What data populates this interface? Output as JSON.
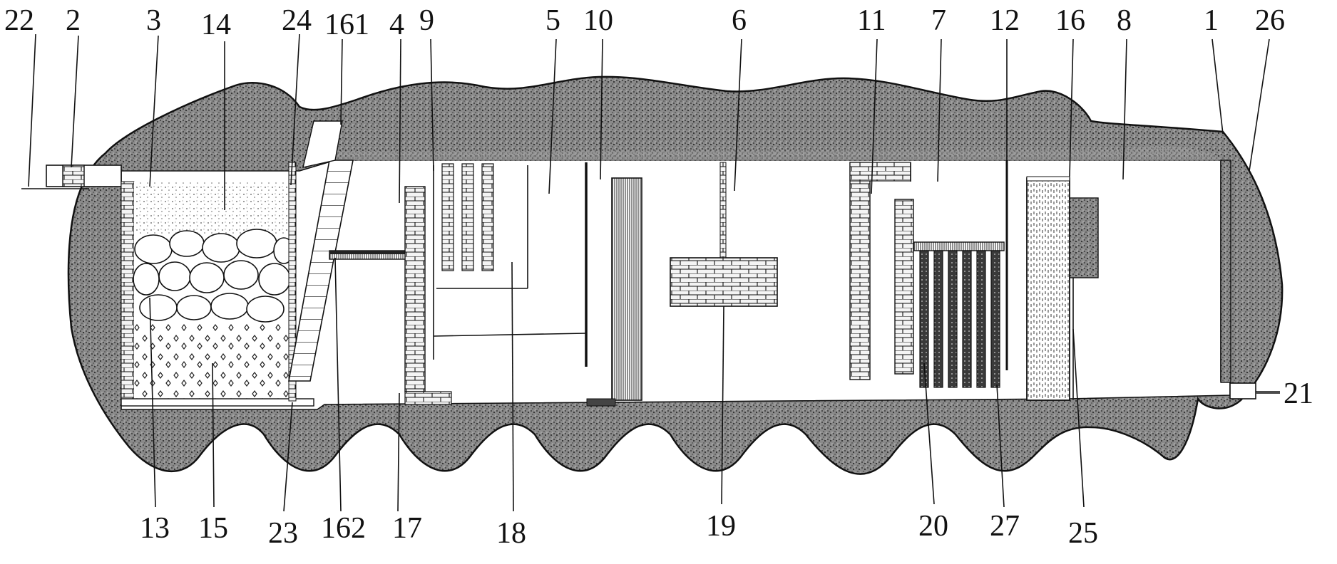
{
  "colors": {
    "soil": "#6e6e6e",
    "chamber_bg": "#ffffff",
    "outline": "#111111",
    "brick_fill": "#f2f2f2",
    "media_fill": "#fafafa"
  },
  "labels": {
    "l1": "1",
    "l2": "2",
    "l3": "3",
    "l4": "4",
    "l5": "5",
    "l6": "6",
    "l7": "7",
    "l8": "8",
    "l9": "9",
    "l10": "10",
    "l11": "11",
    "l12": "12",
    "l13": "13",
    "l14": "14",
    "l15": "15",
    "l16": "16",
    "l17": "17",
    "l18": "18",
    "l19": "19",
    "l20": "20",
    "l21": "21",
    "l22": "22",
    "l23": "23",
    "l24": "24",
    "l25": "25",
    "l26": "26",
    "l27": "27",
    "l161": "161",
    "l162": "162"
  },
  "icons": {
    "filter_stones": "cobblestone-layer",
    "gravel": "gravel-layer",
    "sand": "sand-layer",
    "brick_walls": "brick-wall",
    "bio_filler": "hanging-filler"
  }
}
